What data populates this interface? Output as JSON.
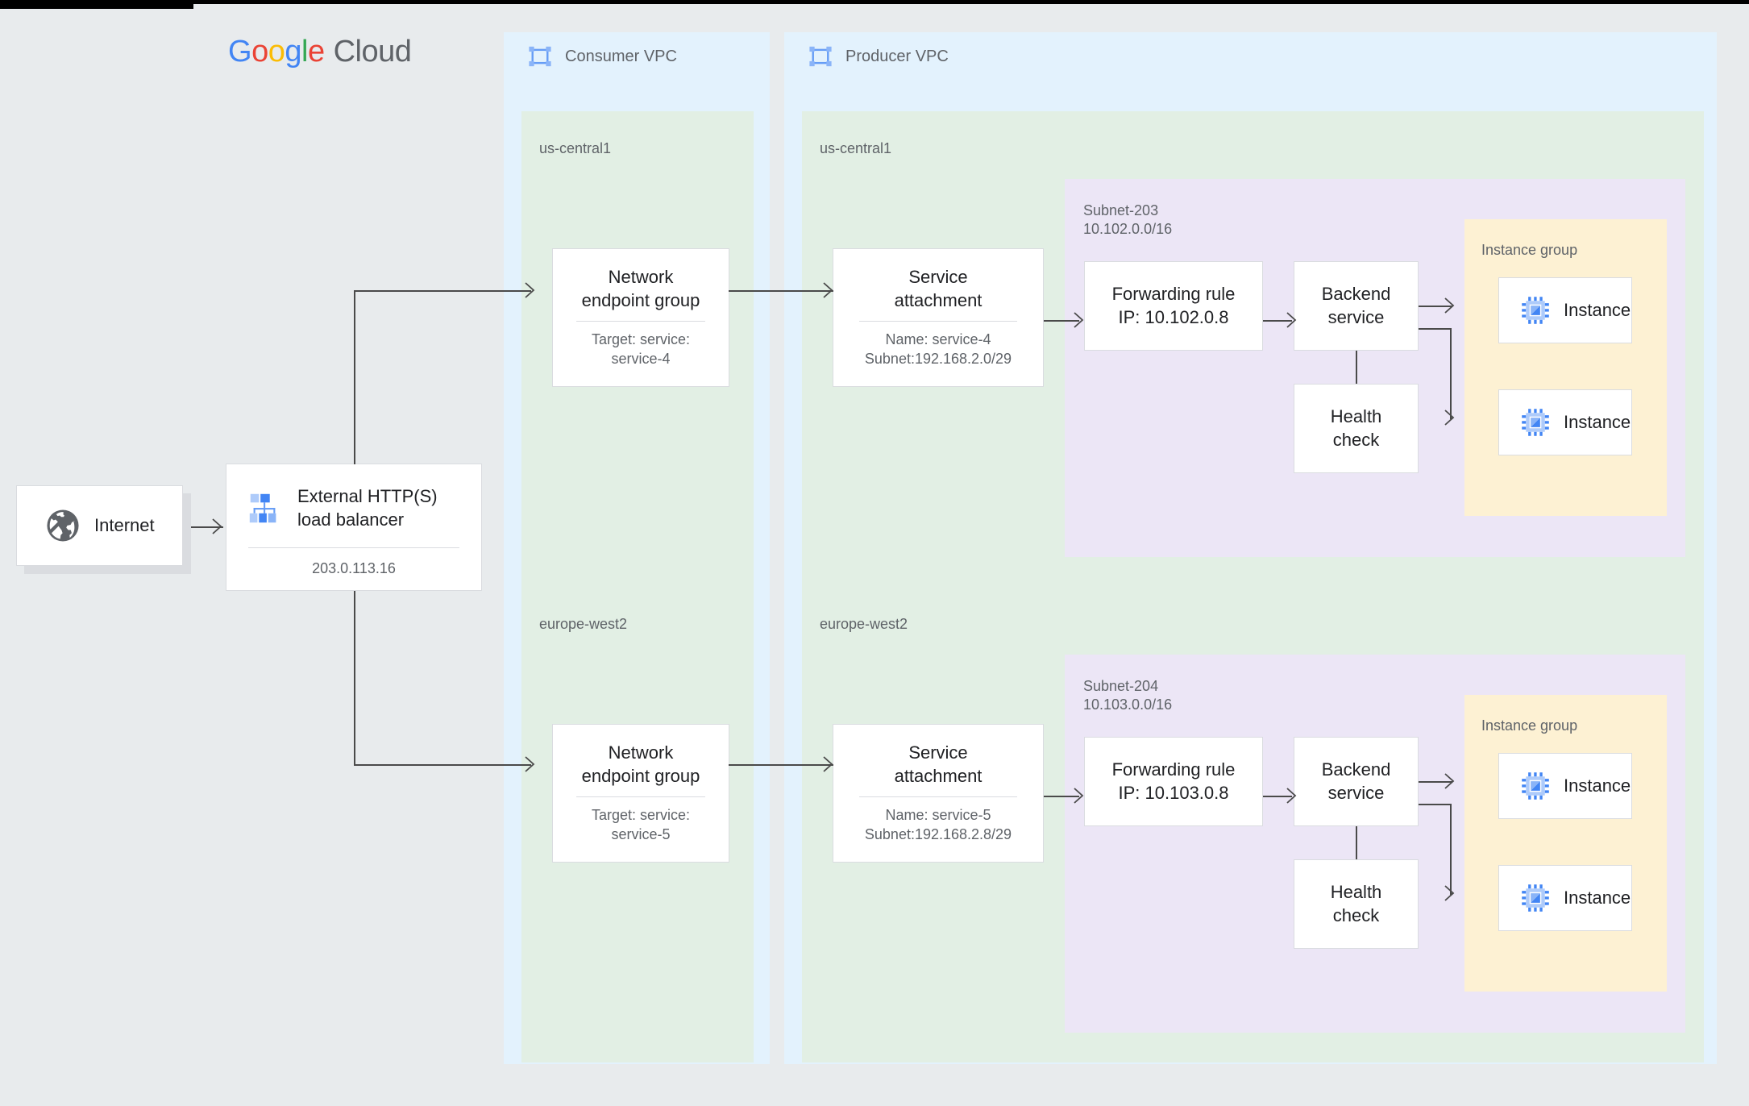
{
  "brand": {
    "g1": "G",
    "o1": "o",
    "o2": "o",
    "g2": "g",
    "l": "l",
    "e": "e",
    "cloud": "Cloud"
  },
  "diagram": {
    "type": "architecture-diagram",
    "title": "Google Cloud",
    "internet": {
      "label": "Internet",
      "icon": "globe-icon"
    },
    "load_balancer": {
      "title": "External HTTP(S)\nload balancer",
      "title_line1": "External HTTP(S)",
      "title_line2": "load balancer",
      "ip": "203.0.113.16",
      "icon": "load-balancer-icon"
    },
    "consumer_vpc": {
      "title": "Consumer VPC",
      "icon": "vpc-icon",
      "regions": [
        {
          "name": "us-central1",
          "neg": {
            "title_line1": "Network",
            "title_line2": "endpoint group",
            "sub_line1": "Target: service:",
            "sub_line2": "service-4"
          }
        },
        {
          "name": "europe-west2",
          "neg": {
            "title_line1": "Network",
            "title_line2": "endpoint group",
            "sub_line1": "Target: service:",
            "sub_line2": "service-5"
          }
        }
      ]
    },
    "producer_vpc": {
      "title": "Producer VPC",
      "icon": "vpc-icon",
      "regions": [
        {
          "name": "us-central1",
          "service_attachment": {
            "title_line1": "Service",
            "title_line2": "attachment",
            "sub_line1": "Name: service-4",
            "sub_line2": "Subnet:192.168.2.0/29"
          },
          "subnet": {
            "name": "Subnet-203",
            "cidr": "10.102.0.0/16",
            "forwarding_rule": {
              "line1": "Forwarding rule",
              "line2": "IP: 10.102.0.8"
            },
            "backend_service": {
              "line1": "Backend",
              "line2": "service"
            },
            "health_check": {
              "line1": "Health",
              "line2": "check"
            },
            "instance_group": {
              "label": "Instance group",
              "instances": [
                {
                  "label": "Instance",
                  "icon": "instance-chip-icon"
                },
                {
                  "label": "Instance",
                  "icon": "instance-chip-icon"
                }
              ]
            }
          }
        },
        {
          "name": "europe-west2",
          "service_attachment": {
            "title_line1": "Service",
            "title_line2": "attachment",
            "sub_line1": "Name: service-5",
            "sub_line2": "Subnet:192.168.2.8/29"
          },
          "subnet": {
            "name": "Subnet-204",
            "cidr": "10.103.0.0/16",
            "forwarding_rule": {
              "line1": "Forwarding rule",
              "line2": "IP: 10.103.0.8"
            },
            "backend_service": {
              "line1": "Backend",
              "line2": "service"
            },
            "health_check": {
              "line1": "Health",
              "line2": "check"
            },
            "instance_group": {
              "label": "Instance group",
              "instances": [
                {
                  "label": "Instance",
                  "icon": "instance-chip-icon"
                },
                {
                  "label": "Instance",
                  "icon": "instance-chip-icon"
                }
              ]
            }
          }
        }
      ]
    },
    "colors": {
      "page_bg": "#e8ebed",
      "vpc_bg": "#e3f2fd",
      "region_bg": "#e2efe4",
      "subnet_bg": "#ece6f6",
      "instance_group_bg": "#fdf1d3",
      "card_bg": "#ffffff",
      "card_border": "#dadce0",
      "text_primary": "#202124",
      "text_secondary": "#5f6368",
      "connector": "#4a4a4a",
      "icon_blue": "#669df6",
      "icon_blue_light": "#aecbfa",
      "globe_gray": "#5f6368"
    }
  }
}
